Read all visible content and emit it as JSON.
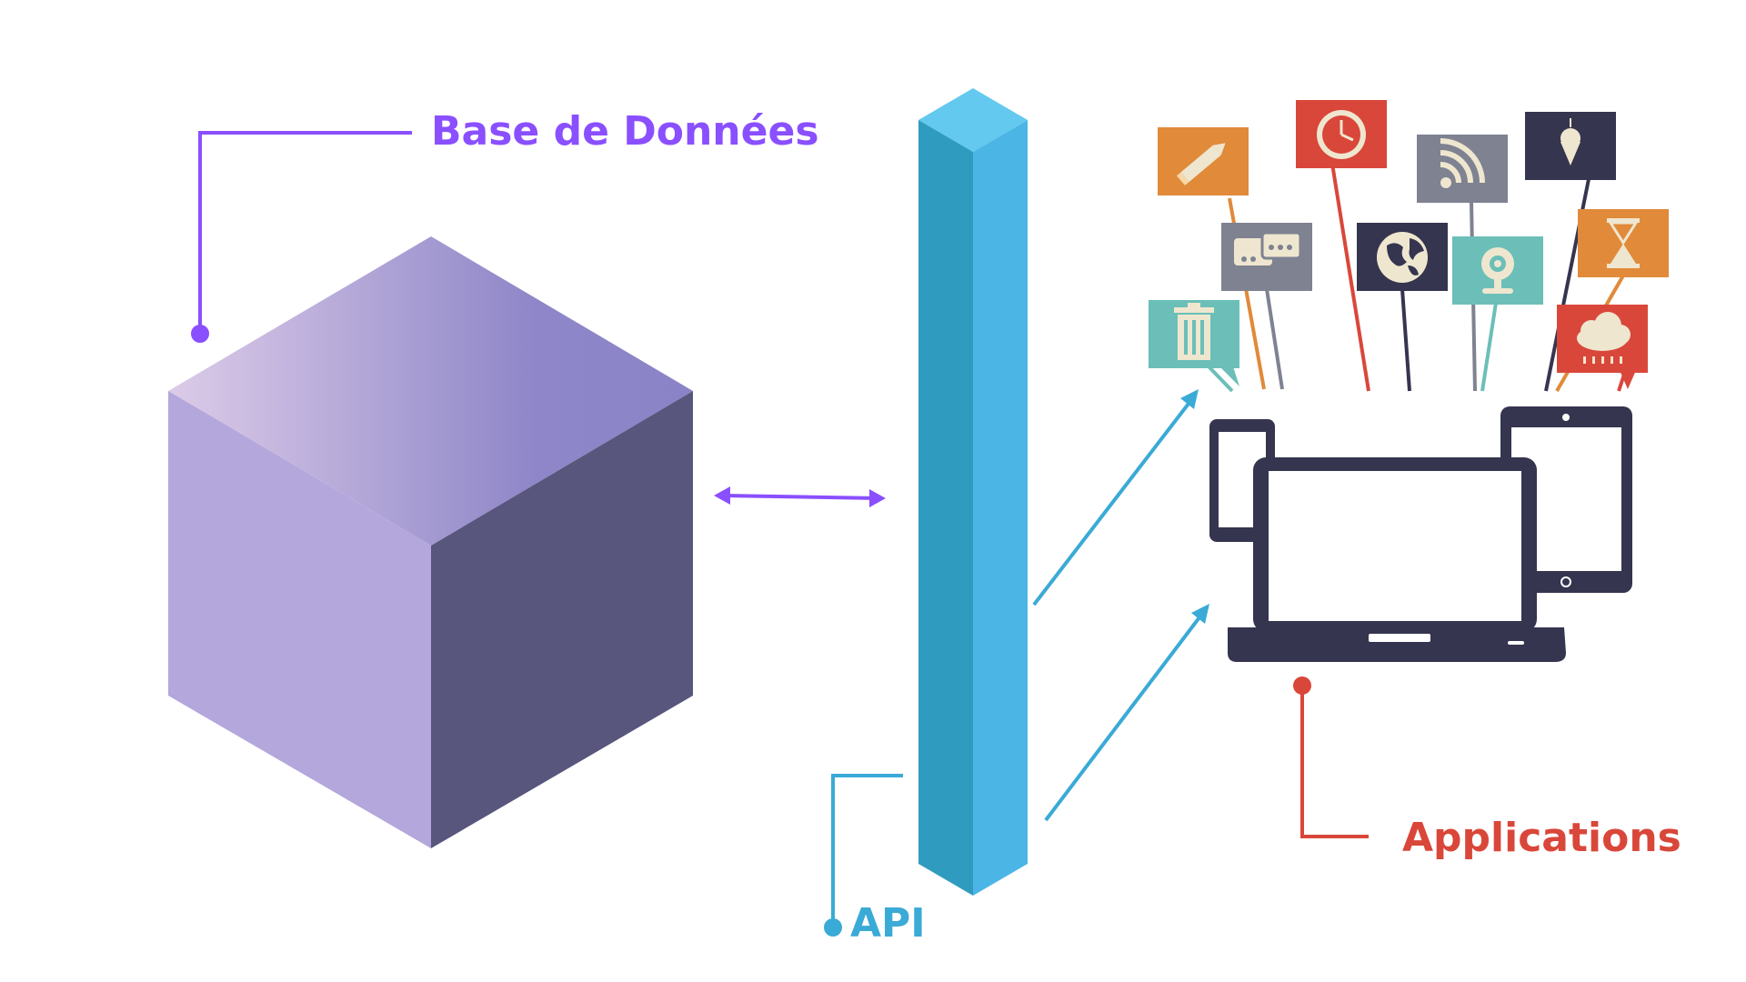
{
  "labels": {
    "database": "Base de Données",
    "api": "API",
    "applications": "Applications"
  },
  "colors": {
    "database": "#8a4fff",
    "api": "#3aaad6",
    "applications": "#d9473a",
    "cube_left": "#b3a7dc",
    "cube_right": "#58567c",
    "pillar_front": "#2f9cbf",
    "pillar_side": "#4bb6e6",
    "pillar_top": "#63c9ef",
    "device": "#35354f",
    "icon_orange": "#e08a3a",
    "icon_red": "#d9473a",
    "icon_gray": "#7e8291",
    "icon_navy": "#35354f",
    "icon_teal": "#6bbfb8",
    "icon_cream": "#efe6cf"
  },
  "icons": [
    "pencil-icon",
    "clock-icon",
    "rss-icon",
    "ice-cream-icon",
    "chat-icon",
    "globe-icon",
    "webcam-icon",
    "hourglass-icon",
    "trash-icon",
    "cloud-rain-icon"
  ],
  "devices": [
    "smartphone",
    "laptop",
    "tablet"
  ]
}
